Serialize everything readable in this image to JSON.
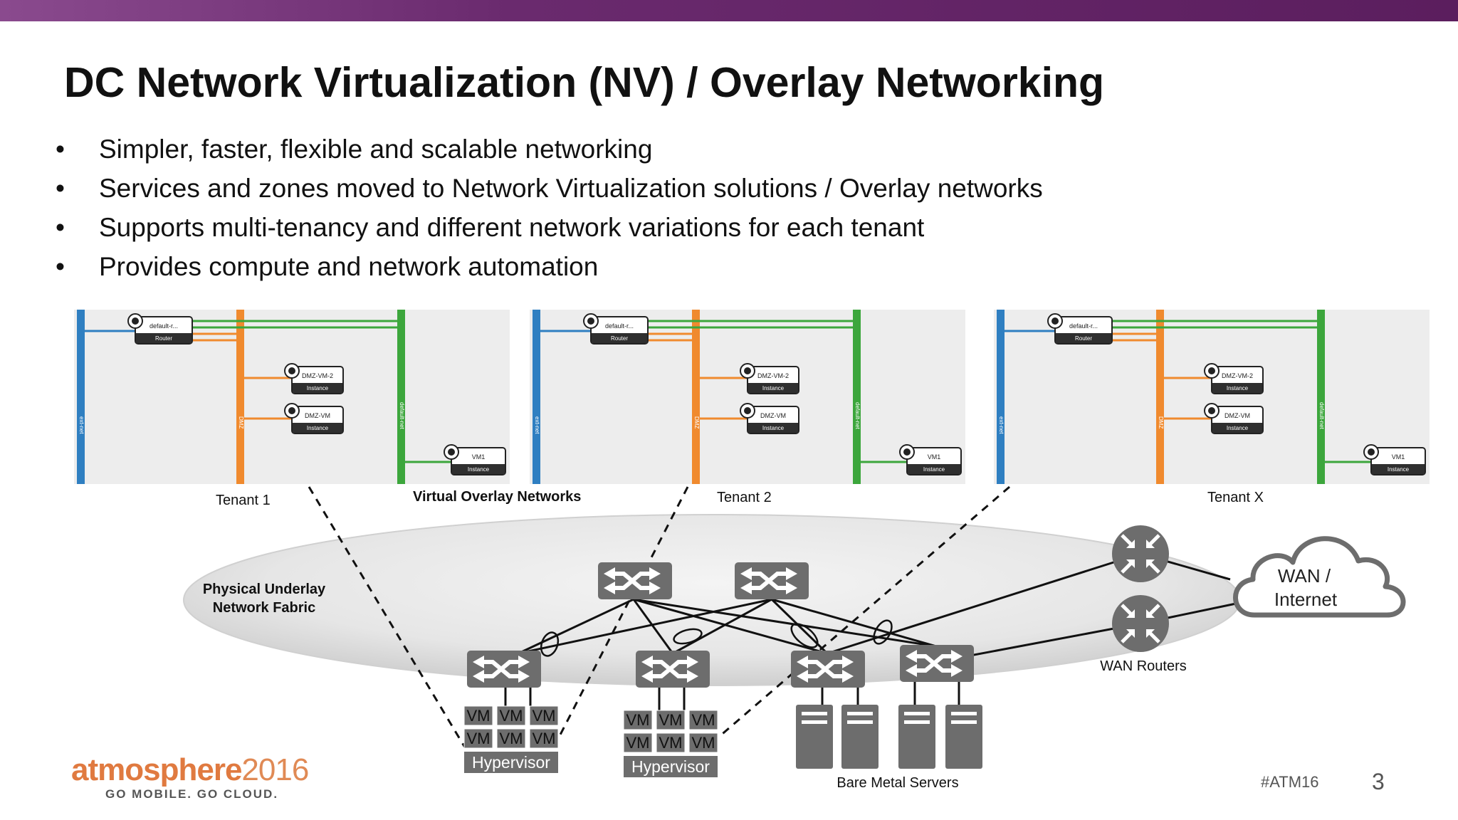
{
  "slide": {
    "title": "DC Network Virtualization (NV) / Overlay Networking",
    "bullets": [
      "Simpler, faster, flexible and scalable networking",
      "Services and zones moved to Network Virtualization solutions / Overlay networks",
      "Supports multi-tenancy and different network variations for each tenant",
      "Provides compute and network automation"
    ],
    "slide_number": "3",
    "hashtag": "#ATM16"
  },
  "tenants": [
    {
      "label": "Tenant 1"
    },
    {
      "label": "Tenant 2"
    },
    {
      "label": "Tenant X"
    }
  ],
  "panel": {
    "router_name": "default-r...",
    "router_type": "Router",
    "dmz_vm2": "DMZ-VM-2",
    "dmz_vm": "DMZ-VM",
    "vm1": "VM1",
    "instance": "Instance"
  },
  "diagram": {
    "overlay_label": "Virtual Overlay Networks",
    "underlay_label_1": "Physical Underlay",
    "underlay_label_2": "Network Fabric",
    "wan_routers_label": "WAN Routers",
    "wan_cloud_1": "WAN /",
    "wan_cloud_2": "Internet",
    "bare_metal_label": "Bare Metal Servers",
    "hypervisor_label": "Hypervisor",
    "vm_label": "VM"
  },
  "logo": {
    "brand": "atmosphere",
    "year": "2016",
    "tagline": "GO MOBILE. GO CLOUD."
  },
  "colors": {
    "top_bar": "#6a2a6e",
    "net_blue": "#2f7fc1",
    "net_orange": "#f08a2e",
    "net_green": "#3ca63c",
    "logo_orange": "#e07a40",
    "device_gray": "#6d6d6d"
  }
}
